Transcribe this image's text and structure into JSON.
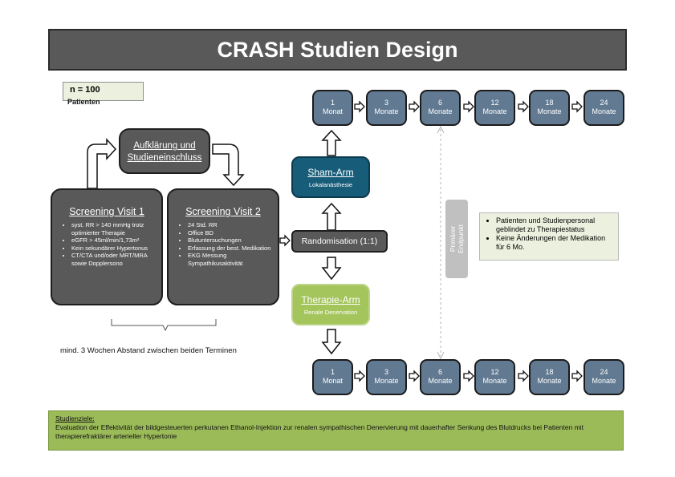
{
  "title": "CRASH Studien Design",
  "n_box": {
    "label": "n = 100",
    "sub": "Patienten"
  },
  "aufklaerung": {
    "line1": "Aufklärung und",
    "line2": "Studieneinschluss"
  },
  "screening1": {
    "title": "Screening Visit 1",
    "items": [
      "syst. RR > 140 mmHg trotz optimierter Therapie",
      "eGFR > 45ml/min/1,73m²",
      "Kein sekundärer Hypertonus",
      "CT/CTA und/oder MRT/MRA sowie Dopplersono"
    ]
  },
  "screening2": {
    "title": "Screening Visit 2",
    "items": [
      "24 Std. RR",
      "Office BD",
      "Blutuntersuchungen",
      "Erfassung der best. Medikation",
      "EKG Messung Sympathikusaktivität"
    ]
  },
  "randomisation": "Randomisation (1:1)",
  "sham_arm": {
    "title": "Sham-Arm",
    "sub": "Lokalanästhesie"
  },
  "therapie_arm": {
    "title": "Therapie-Arm",
    "sub": "Renale Denervation"
  },
  "months_top": [
    {
      "num": "1",
      "unit": "Monat"
    },
    {
      "num": "3",
      "unit": "Monate"
    },
    {
      "num": "6",
      "unit": "Monate"
    },
    {
      "num": "12",
      "unit": "Monate"
    },
    {
      "num": "18",
      "unit": "Monate"
    },
    {
      "num": "24",
      "unit": "Monate"
    }
  ],
  "months_bottom": [
    {
      "num": "1",
      "unit": "Monat"
    },
    {
      "num": "3",
      "unit": "Monate"
    },
    {
      "num": "6",
      "unit": "Monate"
    },
    {
      "num": "12",
      "unit": "Monate"
    },
    {
      "num": "18",
      "unit": "Monate"
    },
    {
      "num": "24",
      "unit": "Monate"
    }
  ],
  "endpoint": {
    "line1": "Primärer",
    "line2": "Endpunkt"
  },
  "notes": [
    "Patienten und Studienpersonal geblindet zu Therapiestatus",
    "Keine Änderungen der Medikation für 6 Mo."
  ],
  "abstand": "mind. 3 Wochen Abstand zwischen beiden Terminen",
  "ziele": {
    "heading": "Studienziele:",
    "text": "Evaluation der Effektivität der bildgesteuerten perkutanen Ethanol-Injektion zur renalen sympathischen Denervierung mit dauerhafter Senkung des Blutdrucks bei Patienten mit therapierefraktärer arterieller Hypertonie"
  },
  "colors": {
    "title_bg": "#595959",
    "month_bg": "#617a92",
    "sham_bg": "#175c79",
    "therapie_bg": "#a4c45c",
    "ziele_bg": "#9bbb59",
    "notes_bg": "#ebf1de"
  }
}
